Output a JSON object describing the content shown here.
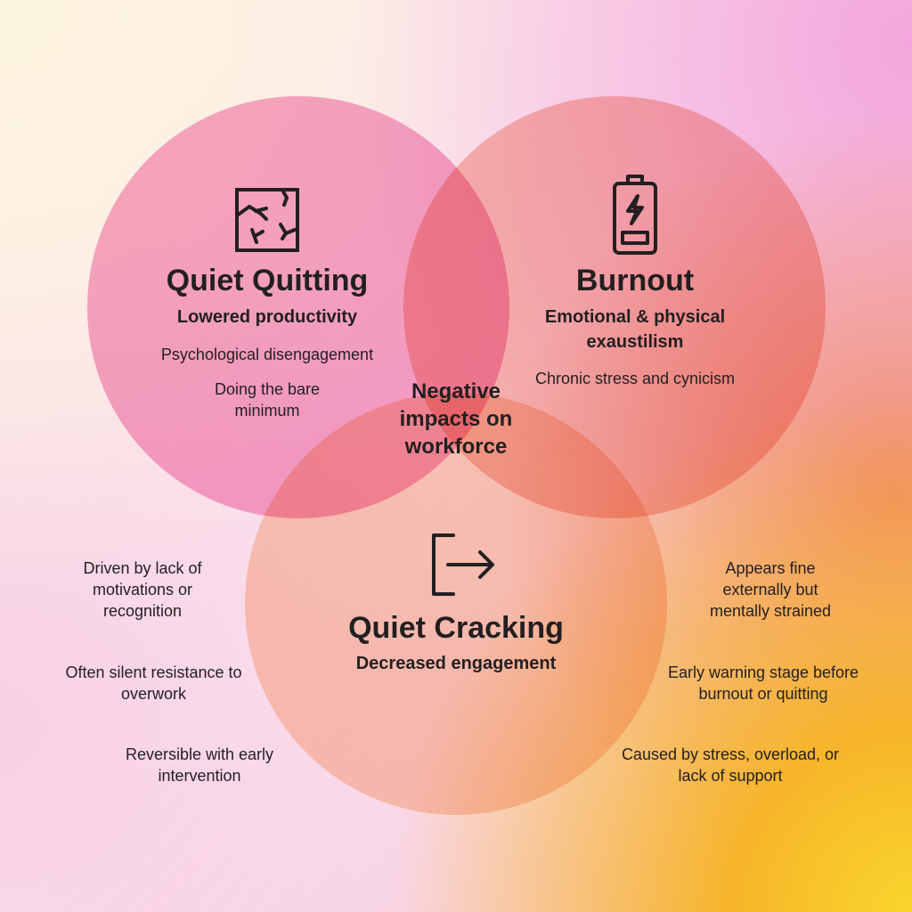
{
  "center": {
    "label": "Negative impacts on workforce"
  },
  "quiet_quitting": {
    "icon": "cracked-square-icon",
    "title": "Quiet Quitting",
    "subtitle": "Lowered productivity",
    "points": [
      "Psychological disengagement",
      "Doing the bare minimum"
    ]
  },
  "burnout": {
    "icon": "low-battery-icon",
    "title": "Burnout",
    "subtitle": "Emotional & physical exaustilism",
    "points": [
      "Chronic stress and cynicism"
    ]
  },
  "quiet_cracking": {
    "icon": "exit-arrow-icon",
    "title": "Quiet Cracking",
    "subtitle": "Decreased engagement"
  },
  "left_notes": [
    "Driven by lack of motivations or recognition",
    "Often silent resistance to overwork",
    "Reversible with early intervention"
  ],
  "right_notes": [
    "Appears fine externally but mentally strained",
    "Early warning stage before burnout or quitting",
    "Caused by stress, overload, or lack of support"
  ]
}
